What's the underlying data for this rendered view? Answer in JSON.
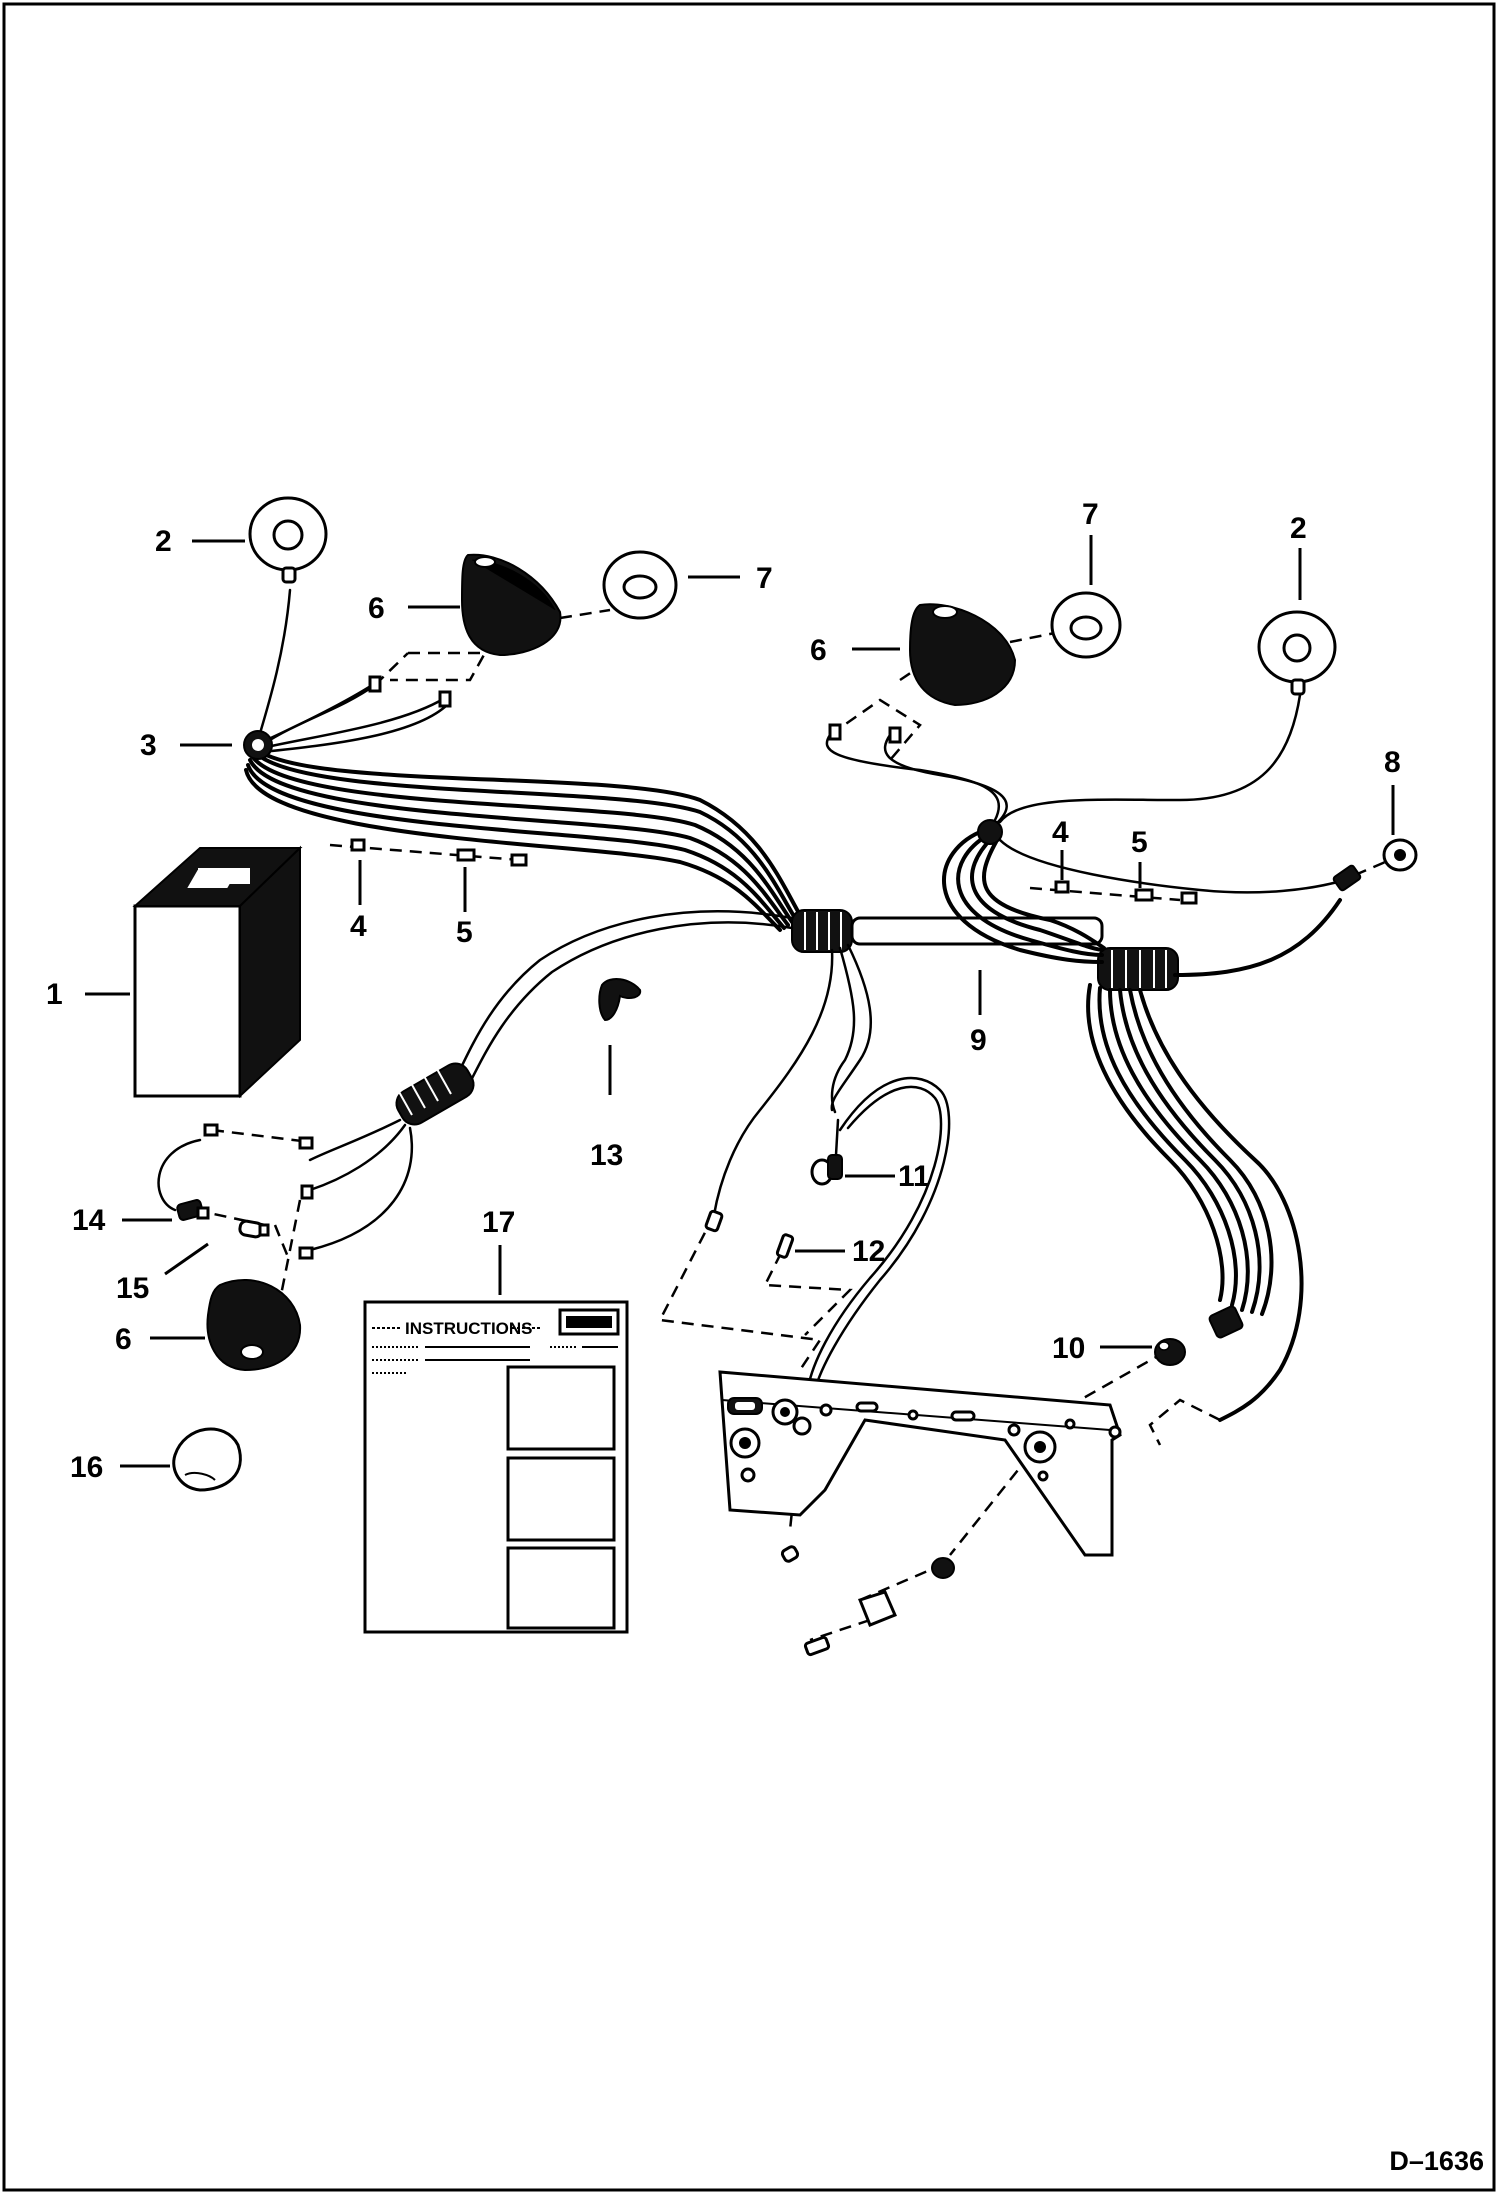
{
  "drawing_number": "D–1636",
  "instruction_sheet": {
    "title": "INSTRUCTIONS"
  },
  "callouts": {
    "battery": "1",
    "light_left_top": "2",
    "light_right_top": "2",
    "grommet_left": "3",
    "terminal_left": "4",
    "terminal_right": "4",
    "connector_left": "5",
    "connector_right": "5",
    "boot_left_top": "6",
    "boot_right_top": "6",
    "boot_bottom": "6",
    "lens_left_top": "7",
    "lens_right_top": "7",
    "plug_right": "8",
    "harness": "9",
    "grommet_bracket": "10",
    "switch": "11",
    "fuse": "12",
    "clip": "13",
    "bulb_socket": "14",
    "bulb": "15",
    "lens_bottom": "16",
    "instructions": "17"
  }
}
